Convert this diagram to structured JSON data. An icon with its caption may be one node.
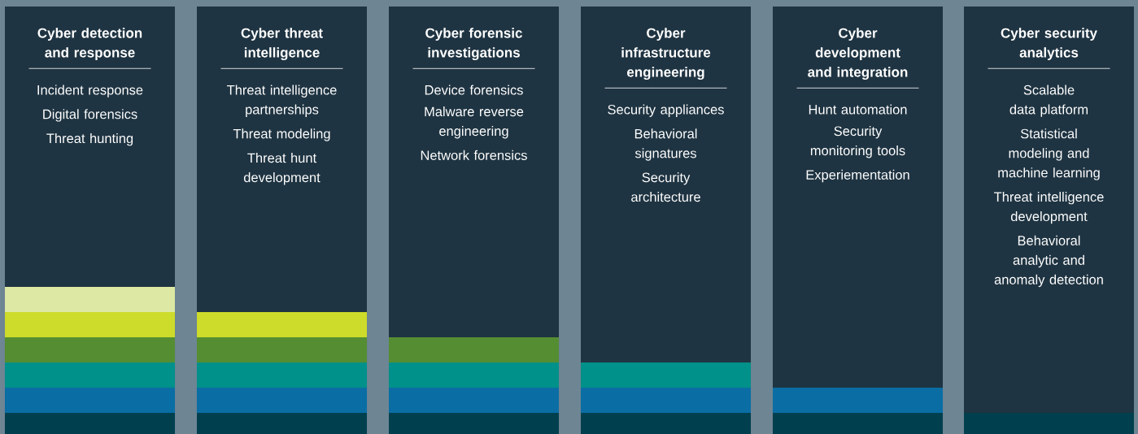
{
  "diagram": {
    "nodes": [
      {
        "text": [
          "Cyber detection and response",
          "Incident response",
          "Digital forensics",
          "Threat hunting"
        ]
      },
      {
        "text": [
          "Cyber threat intelligence",
          "Threat intelligence partnerships",
          "Threat modeling",
          "Threat hunt development"
        ]
      },
      {
        "text": [
          "Cyber forensic investigations",
          "Device forensics",
          "Malware reverse engineering",
          "Network forensics"
        ]
      },
      {
        "text": [
          "Cyber infrastructure engineering",
          "Security appliances",
          "Behavioral signatures",
          "Security architecture"
        ]
      },
      {
        "text": [
          "Cyber development and integration",
          "Hunt automation",
          "Security monitoring tools",
          "Experiementation"
        ]
      },
      {
        "text": [
          "Cyber security analytics",
          "Scalable data platform",
          "Statistical modeling and machine learning",
          "Threat intelligence development",
          "Behavioral analytic and anomaly detection"
        ]
      }
    ]
  }
}
